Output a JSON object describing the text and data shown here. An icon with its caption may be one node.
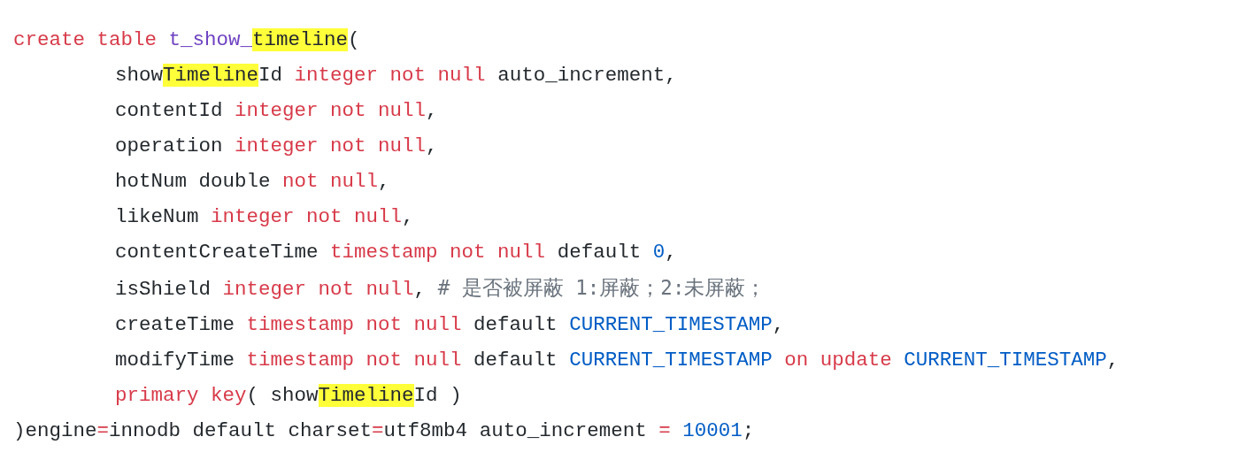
{
  "diagram": {
    "labels": [
      "create table",
      "t_show_",
      "timeline",
      "(",
      "show",
      "Timeline",
      "Id",
      "integer not null",
      "auto_increment,",
      "contentId",
      "integer not null",
      ",",
      "operation",
      "integer not null",
      ",",
      "hotNum double",
      "not null",
      ",",
      "likeNum",
      "integer not null",
      ",",
      "contentCreateTime",
      "timestamp not null",
      "default",
      "0",
      ",",
      "isShield",
      "integer not null",
      ",",
      "# 是否被屏蔽 1:屏蔽；2:未屏蔽；",
      "createTime",
      "timestamp not null",
      "default",
      "CURRENT_TIMESTAMP",
      ",",
      "modifyTime",
      "timestamp not null",
      "default",
      "CURRENT_TIMESTAMP",
      "on update",
      "CURRENT_TIMESTAMP",
      ",",
      "primary key",
      "(",
      "show",
      "Timeline",
      "Id",
      ")",
      ")engine",
      "=",
      "innodb default charset",
      "=",
      "utf8mb4 auto_increment",
      "=",
      "10001",
      ";"
    ]
  }
}
